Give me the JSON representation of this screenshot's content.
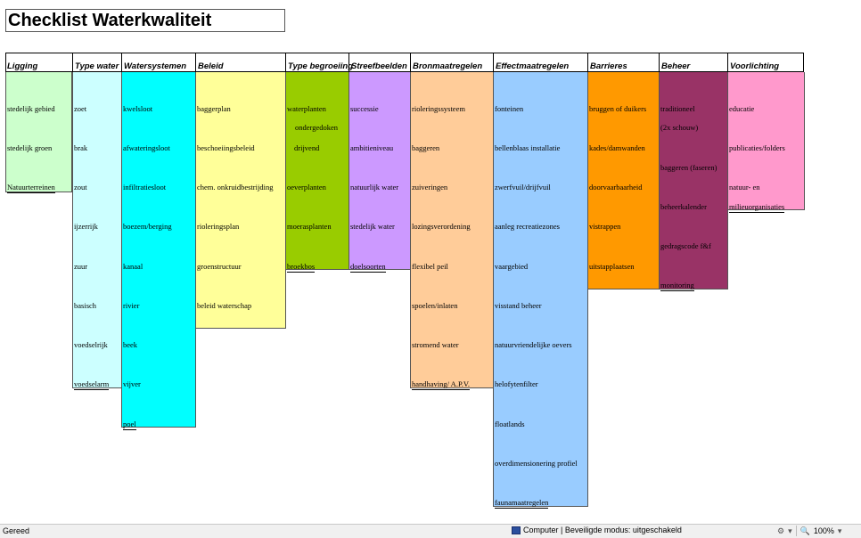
{
  "title": "Checklist Waterkwaliteit",
  "columns": [
    {
      "header": "Ligging",
      "color": "#ccffcc",
      "items": [
        "stedelijk gebied",
        "stedelijk groen",
        "Natuurterreinen"
      ]
    },
    {
      "header": "Type water",
      "color": "#ccffff",
      "items": [
        "zoet",
        "brak",
        "zout",
        "ijzerrijk",
        "zuur",
        "basisch",
        "voedselrijk",
        "voedselarm"
      ]
    },
    {
      "header": "Watersystemen",
      "color": "#00ffff",
      "items": [
        "kwelsloot",
        "afwateringsloot",
        "infiltratiesloot",
        "boezem/berging",
        "kanaal",
        "rivier",
        "beek",
        "vijver",
        "poel"
      ]
    },
    {
      "header": "Beleid",
      "color": "#ffff99",
      "items": [
        "baggerplan",
        "beschoeiingsbeleid",
        "chem. onkruidbestrijding",
        "rioleringsplan",
        "groenstructuur",
        "beleid waterschap"
      ]
    },
    {
      "header": "Type begroeiing",
      "color": "#99cc00",
      "items": [
        "waterplanten",
        "ondergedoken",
        "drijvend",
        "oeverplanten",
        "moerasplanten",
        "broekbos"
      ]
    },
    {
      "header": "Streefbeelden",
      "color": "#cc99ff",
      "items": [
        "successie",
        "ambitieniveau",
        "natuurlijk water",
        "stedelijk water",
        "doelsoorten"
      ]
    },
    {
      "header": "Bronmaatregelen",
      "color": "#ffcc99",
      "items": [
        "rioleringssysteem",
        "baggeren",
        "zuiveringen",
        "lozingsverordening",
        "flexibel peil",
        "spoelen/inlaten",
        "stromend water",
        "handhaving/ A.P.V."
      ]
    },
    {
      "header": "Effectmaatregelen",
      "color": "#99ccff",
      "items": [
        "fonteinen",
        "bellenblaas installatie",
        "zwerfvuil/drijfvuil",
        "aanleg recreatiezones",
        "vaargebied",
        "visstand beheer",
        "natuurvriendelijke oevers",
        "helofytenfilter",
        "floatlands",
        "overdimensionering profiel",
        "faunamaatregelen"
      ]
    },
    {
      "header": "Barrieres",
      "color": "#ff9900",
      "items": [
        "bruggen of duikers",
        "kades/damwanden",
        "doorvaarbaarheid",
        "vistrappen",
        "uitstapplaatsen"
      ]
    },
    {
      "header": "Beheer",
      "color": "#993366",
      "items": [
        "traditioneel",
        "(2x schouw)",
        "baggeren (faseren)",
        "beheerkalender",
        "gedragscode f&f",
        "monitoring"
      ]
    },
    {
      "header": "Voorlichting",
      "color": "#ff99cc",
      "items": [
        "educatie",
        "publicaties/folders",
        "natuur- en",
        "milieuorganisaties"
      ]
    }
  ],
  "status": {
    "ready": "Gereed",
    "mode": "Computer | Beveiligde modus: uitgeschakeld",
    "zoom": "100%"
  }
}
